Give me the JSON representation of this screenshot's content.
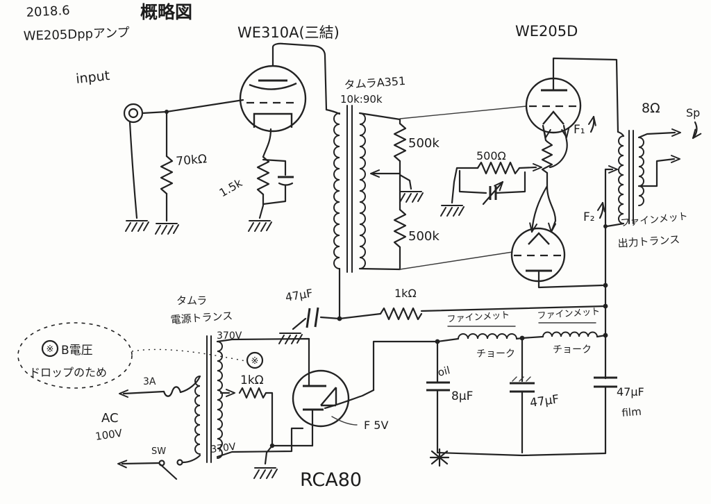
{
  "colors": {
    "ink": "#222222",
    "paper": "#fdfdfb"
  },
  "header": {
    "date": "2018.6",
    "amp_title": "WE205Dppアンプ",
    "schematic_title": "概略図"
  },
  "labels": {
    "input": "input",
    "driver_tube": "WE310A(三結)",
    "output_tube": "WE205D",
    "grid_resistor": "70kΩ",
    "cathode_resistor": "1.5k",
    "interstage_name": "タムラA351",
    "interstage_ratio": "10k:90k",
    "secondary_resistor_top": "500k",
    "secondary_resistor_bottom": "500k",
    "hum_pot": "500Ω",
    "filament1": "F₁",
    "filament2": "F₂",
    "output_impedance": "8Ω",
    "speaker": "Sp",
    "output_transformer_line1": "ファインメット",
    "output_transformer_line2": "出力トランス",
    "decoupling_cap": "47μF",
    "b_plus_resistor": "1kΩ",
    "choke1_line1": "ファインメット",
    "choke1_line2": "チョーク",
    "choke2_line1": "ファインメット",
    "choke2_line2": "チョーク",
    "power_transformer_line1": "タムラ",
    "power_transformer_line2": "電源トランス",
    "note_mark": "※",
    "note_line1": "B電圧",
    "note_line2": "ドロップのため",
    "hv_top": "370V",
    "hv_bottom": "370V",
    "fuse": "3A",
    "mains_line1": "AC",
    "mains_line2": "100V",
    "power_switch": "SW",
    "ct_mark": "※",
    "ct_resistor": "1kΩ",
    "rectifier_tube": "RCA80",
    "rectifier_filament": "F 5V",
    "oil_cap_line1": "oil",
    "oil_cap_line2": "8μF",
    "filter_cap2": "47μF",
    "film_cap_line1": "47μF",
    "film_cap_line2": "film"
  }
}
